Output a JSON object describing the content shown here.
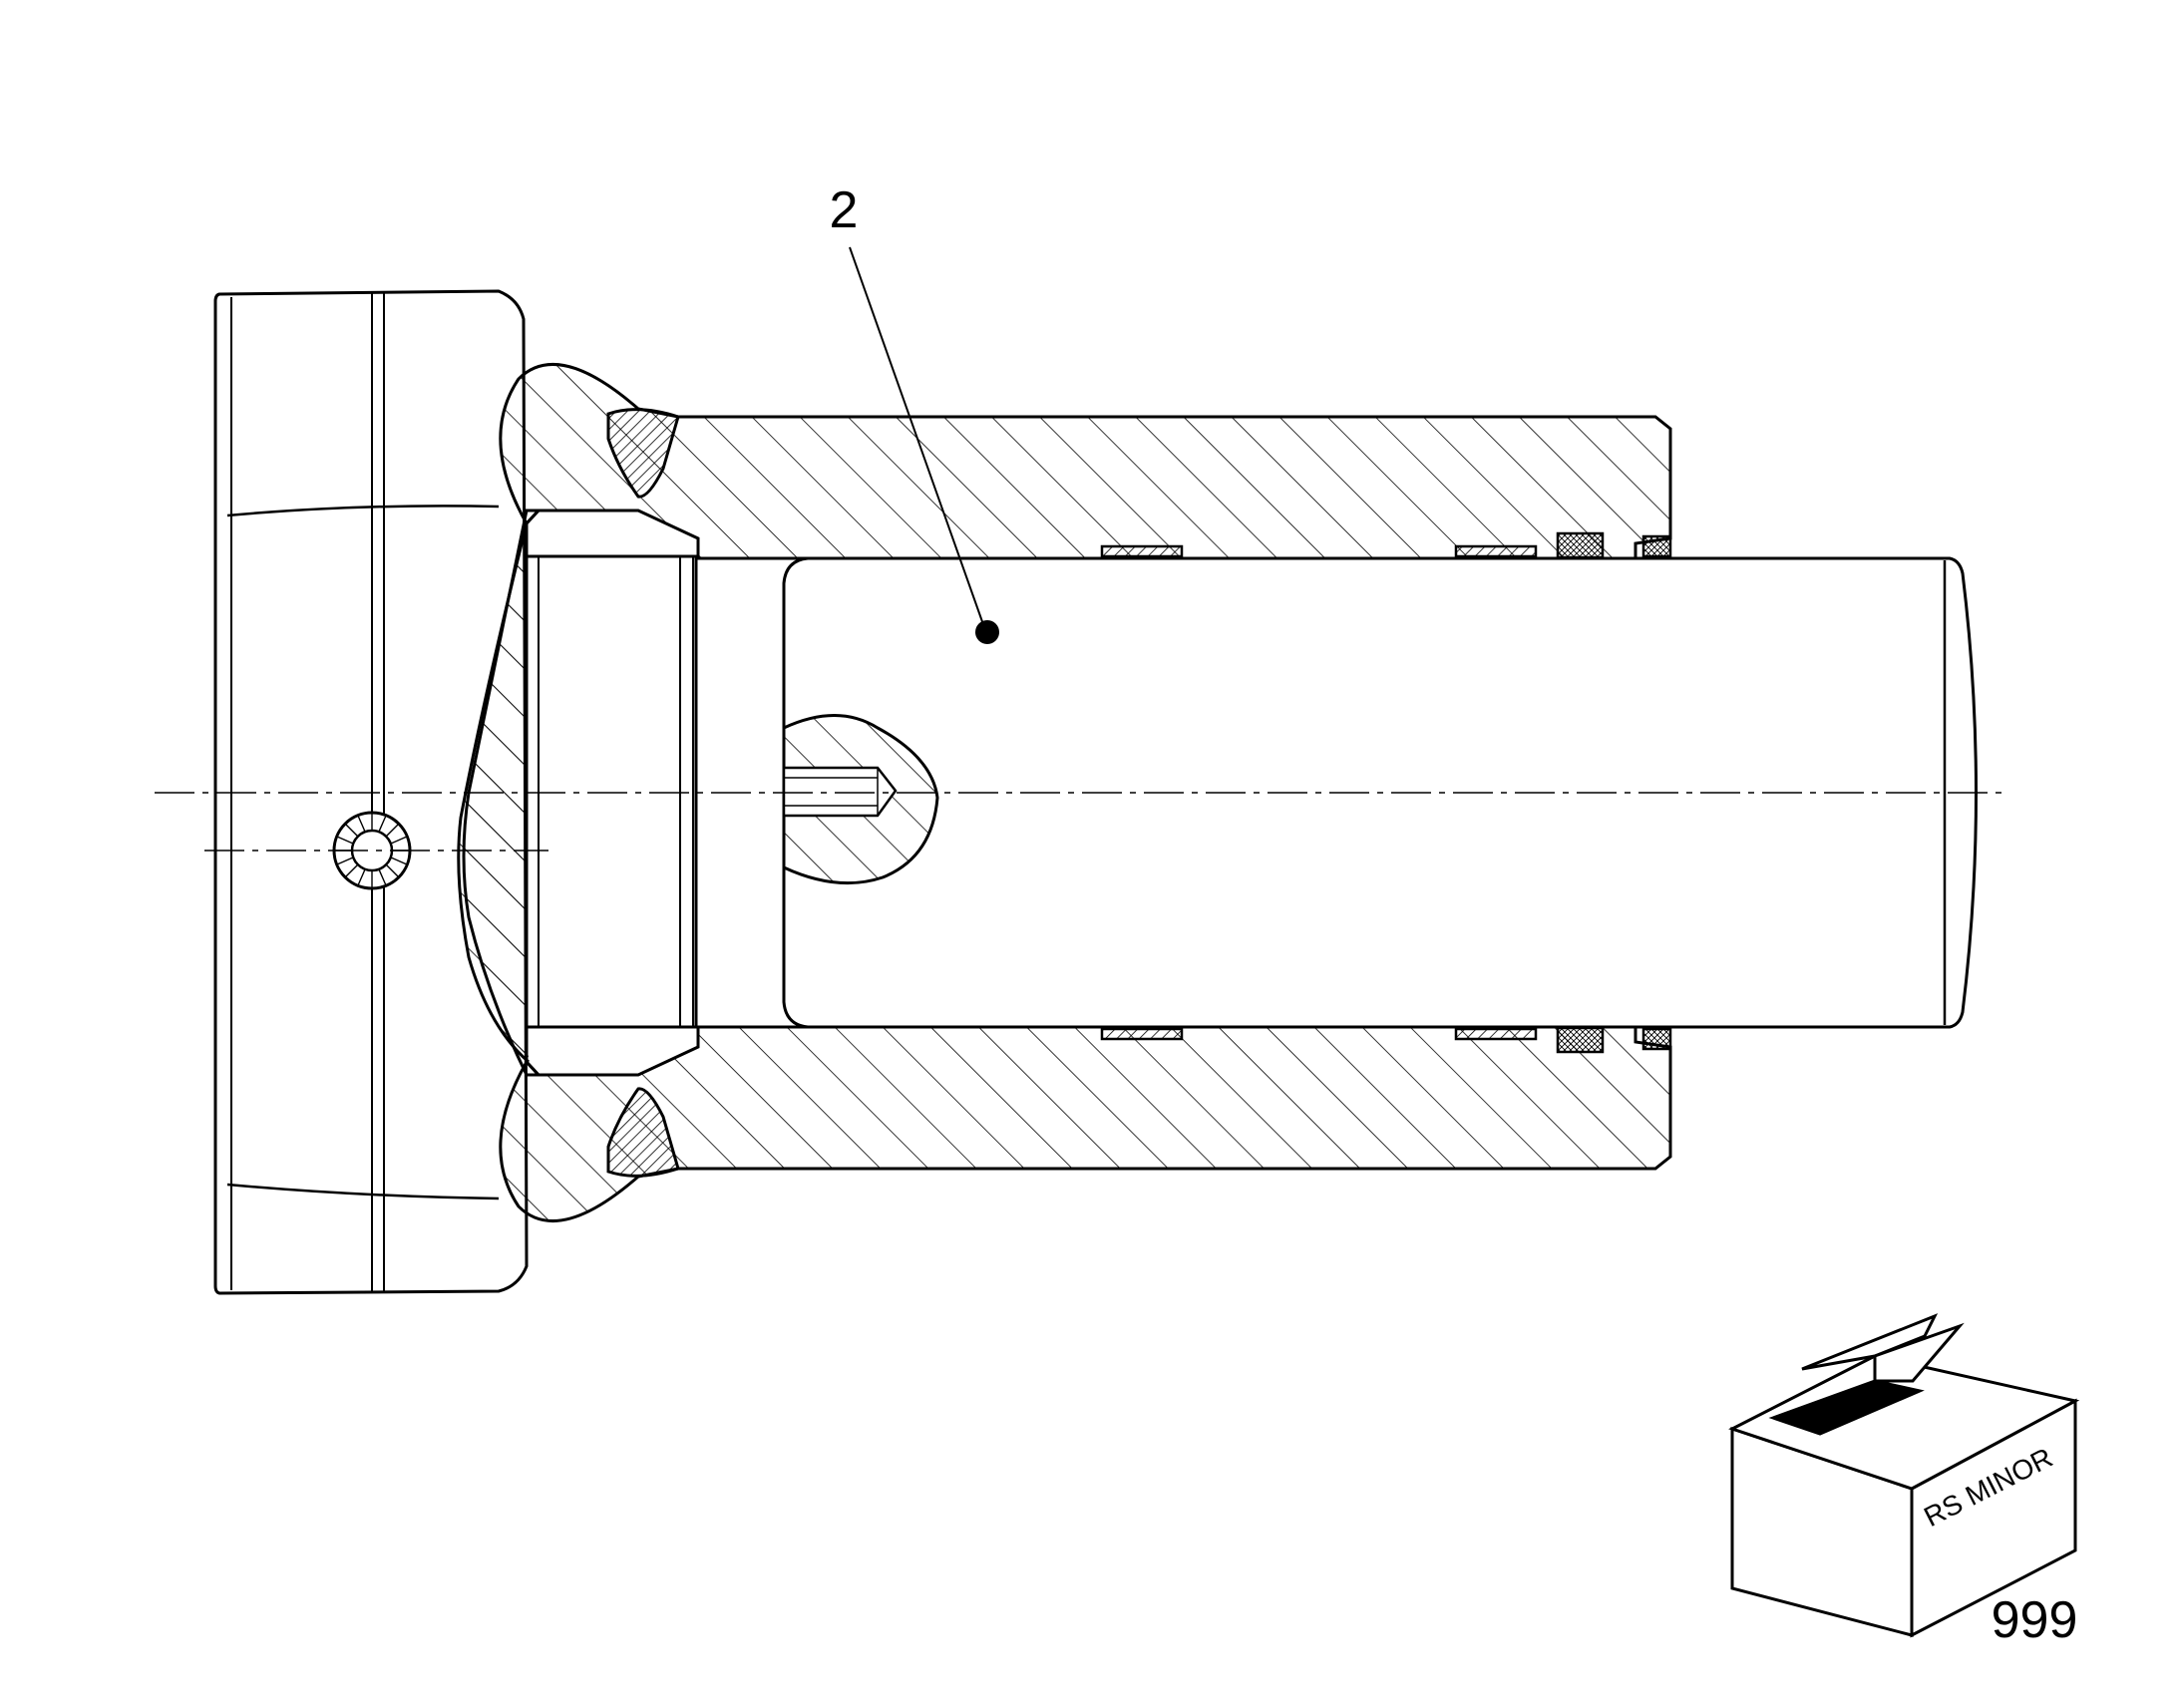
{
  "callout": {
    "number": "2"
  },
  "kit_box": {
    "label": "RS MINOR",
    "quantity": "999"
  },
  "colors": {
    "line": "#000000",
    "background": "#ffffff"
  }
}
